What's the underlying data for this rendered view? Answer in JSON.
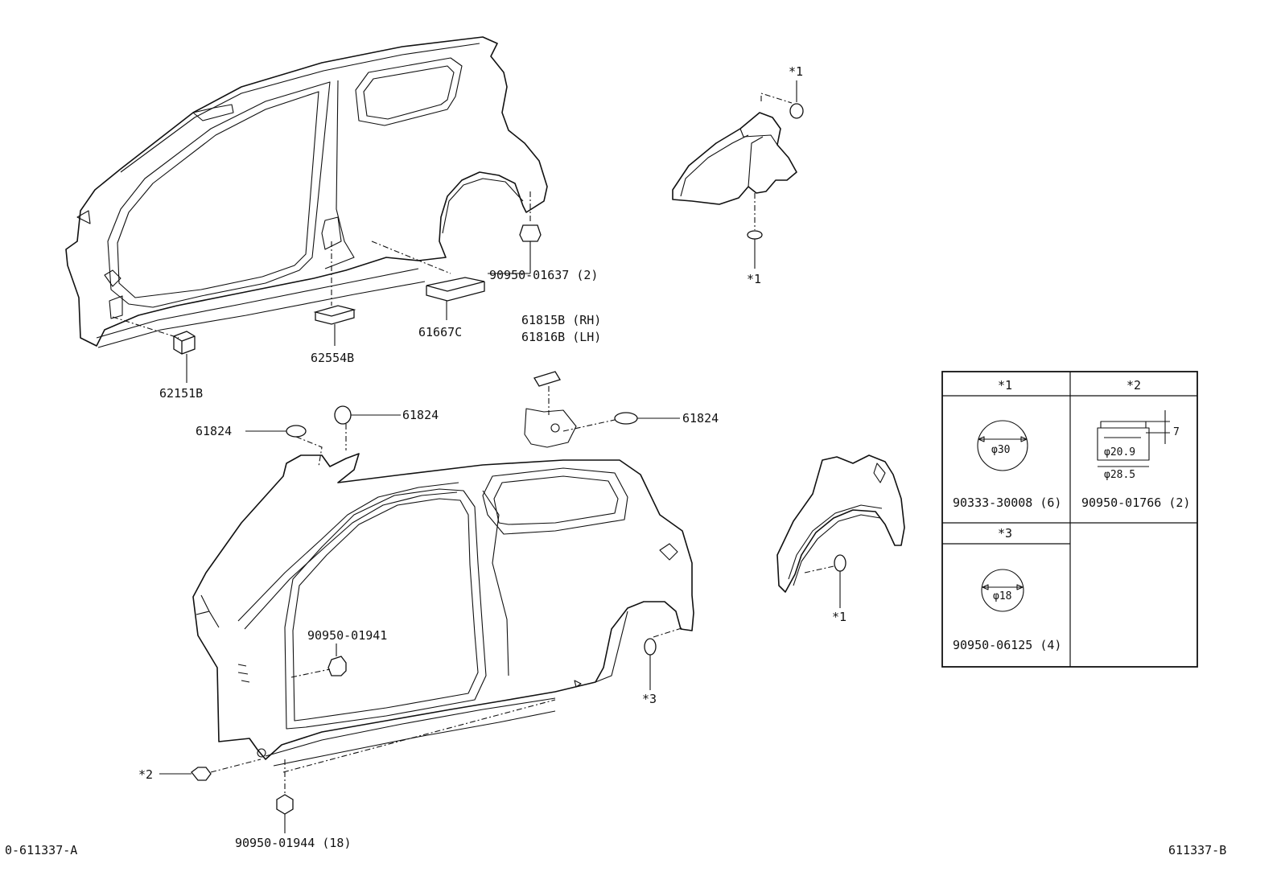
{
  "corner_left": "0-611337-A",
  "corner_right": "611337-B",
  "callouts": {
    "p90950_01637": "90950-01637 (2)",
    "p61667C": "61667C",
    "p62554B": "62554B",
    "p62151B": "62151B",
    "p61815B": "61815B (RH)",
    "p61816B": "61816B (LH)",
    "p61824_a": "61824",
    "p61824_b": "61824",
    "p61824_c": "61824",
    "p90950_01941": "90950-01941",
    "p90950_01944": "90950-01944 (18)",
    "star1_a": "*1",
    "star1_b": "*1",
    "star1_c": "*1",
    "star2": "*2",
    "star3": "*3"
  },
  "legend": {
    "h1": "*1",
    "h2": "*2",
    "h3": "*3",
    "c1_dim": "φ30",
    "c1_part": "90333-30008 (6)",
    "c2_inner": "φ20.9",
    "c2_outer": "φ28.5",
    "c2_height": "7",
    "c2_part": "90950-01766 (2)",
    "c3_dim": "φ18",
    "c3_part": "90950-06125 (4)"
  }
}
